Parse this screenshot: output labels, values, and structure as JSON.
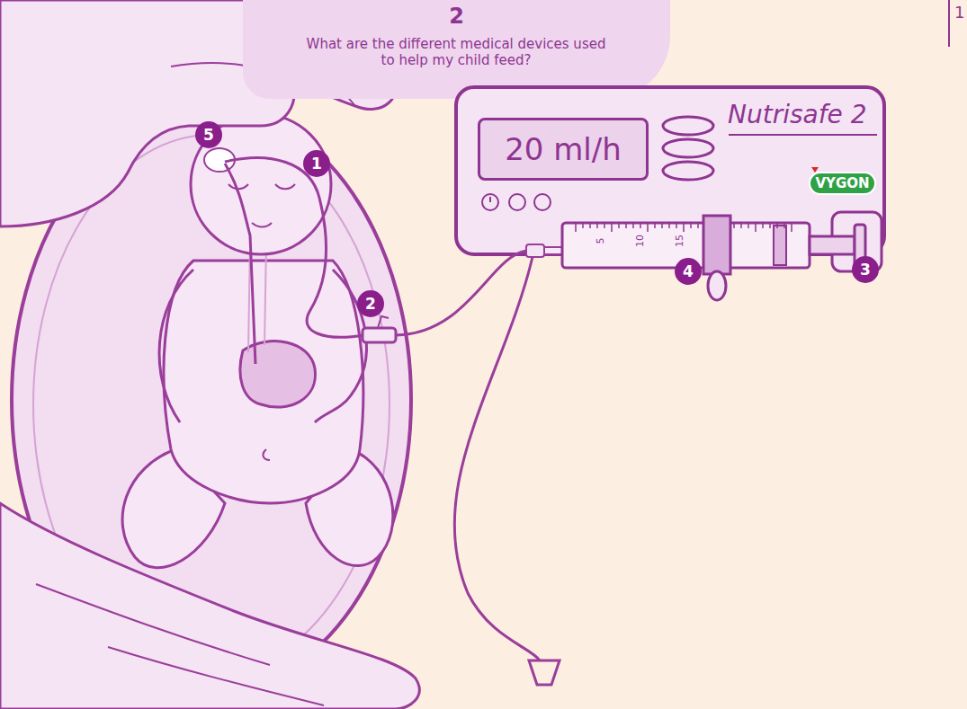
{
  "diagram": {
    "nodes": [
      {
        "text": [
          "2",
          "What are the different medical devices used to help my child feed?"
        ]
      },
      {
        "text": [
          "Nutrisafe 2"
        ]
      },
      {
        "text": [
          "20 ml/h"
        ],
        "in": 1
      },
      {
        "text": [
          "VYGON"
        ],
        "in": 1
      }
    ],
    "labels": [
      "5",
      "1",
      "2",
      "4",
      "3",
      "5",
      "10",
      "15",
      "1"
    ]
  }
}
